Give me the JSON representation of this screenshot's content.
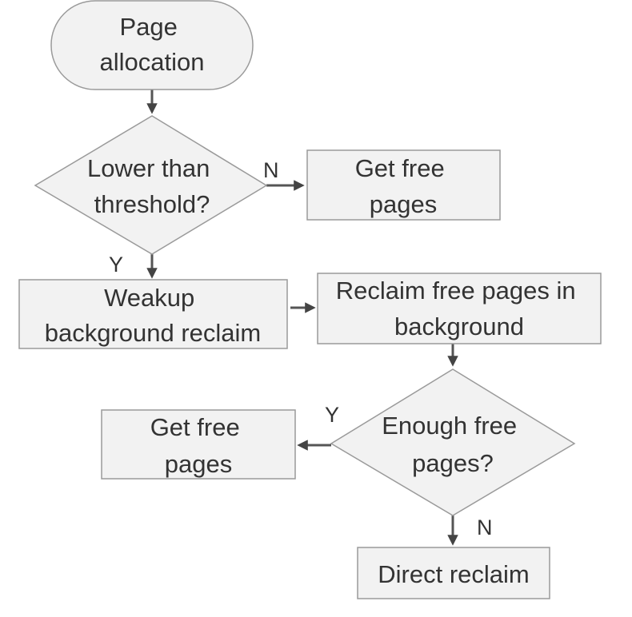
{
  "nodes": {
    "start": {
      "lines": [
        "Page",
        "allocation"
      ]
    },
    "decision_threshold": {
      "lines": [
        "Lower than",
        "threshold?"
      ]
    },
    "get_free_pages_1": {
      "lines": [
        "Get free",
        "pages"
      ]
    },
    "wakeup_reclaim": {
      "lines": [
        "Weakup",
        "background reclaim"
      ]
    },
    "reclaim_background": {
      "lines": [
        "Reclaim free pages in",
        "background"
      ]
    },
    "decision_enough": {
      "lines": [
        "Enough free",
        "pages?"
      ]
    },
    "get_free_pages_2": {
      "lines": [
        "Get free",
        "pages"
      ]
    },
    "direct_reclaim": {
      "lines": [
        "Direct reclaim"
      ]
    }
  },
  "edges": {
    "threshold_no": "N",
    "threshold_yes": "Y",
    "enough_yes": "Y",
    "enough_no": "N"
  },
  "colors": {
    "shape_fill": "#f2f2f2",
    "shape_stroke": "#9a9a9a",
    "edge": "#555555",
    "text": "#333333"
  }
}
